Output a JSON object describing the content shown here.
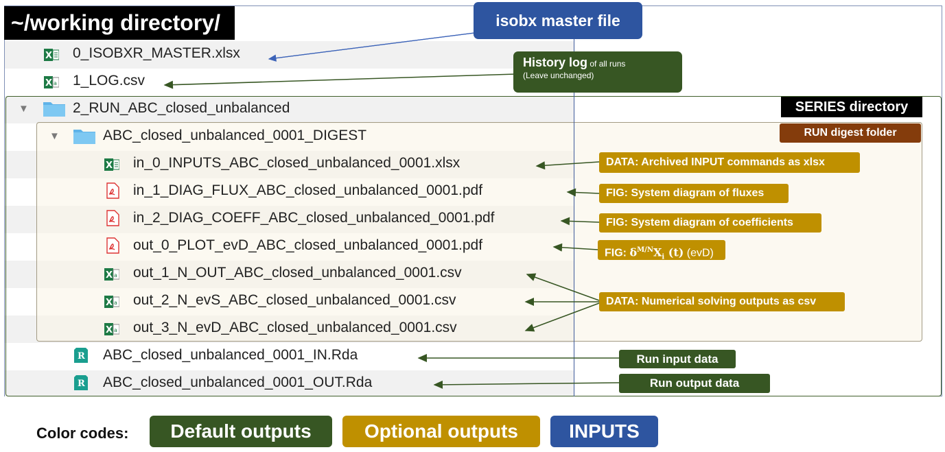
{
  "title": "~/working directory/",
  "files": {
    "master": "0_ISOBXR_MASTER.xlsx",
    "log": "1_LOG.csv",
    "series_folder": "2_RUN_ABC_closed_unbalanced",
    "digest_folder": "ABC_closed_unbalanced_0001_DIGEST",
    "inputs_xlsx": "in_0_INPUTS_ABC_closed_unbalanced_0001.xlsx",
    "diag_flux": "in_1_DIAG_FLUX_ABC_closed_unbalanced_0001.pdf",
    "diag_coeff": "in_2_DIAG_COEFF_ABC_closed_unbalanced_0001.pdf",
    "plot_evd": "out_0_PLOT_evD_ABC_closed_unbalanced_0001.pdf",
    "n_out": "out_1_N_OUT_ABC_closed_unbalanced_0001.csv",
    "n_evs": "out_2_N_evS_ABC_closed_unbalanced_0001.csv",
    "n_evd": "out_3_N_evD_ABC_closed_unbalanced_0001.csv",
    "in_rda": "ABC_closed_unbalanced_0001_IN.Rda",
    "out_rda": "ABC_closed_unbalanced_0001_OUT.Rda"
  },
  "annotations": {
    "master": "isobx master file",
    "log_main": "History log",
    "log_sub1": " of all runs",
    "log_sub2": "(Leave unchanged)",
    "series": "SERIES directory",
    "digest": "RUN digest folder",
    "inputs": "DATA: Archived INPUT commands as xlsx",
    "flux": "FIG: System diagram of fluxes",
    "coeff": "FIG: System diagram of coefficients",
    "evd_prefix": "FIG: ",
    "evd_delta": "δ",
    "evd_sup": "M/N",
    "evd_x": "X",
    "evd_sub": "i",
    "evd_t": " (t)",
    "evd_suffix": " (evD)",
    "numerical": "DATA: Numerical solving outputs as csv",
    "run_input": "Run input data",
    "run_output": "Run output data"
  },
  "legend": {
    "label": "Color codes:",
    "default": "Default outputs",
    "optional": "Optional outputs",
    "inputs": "INPUTS"
  },
  "colors": {
    "default_outputs": "#375623",
    "optional_outputs": "#bf9000",
    "inputs": "#2e55a0",
    "digest": "#843c0c",
    "series": "#000000"
  }
}
